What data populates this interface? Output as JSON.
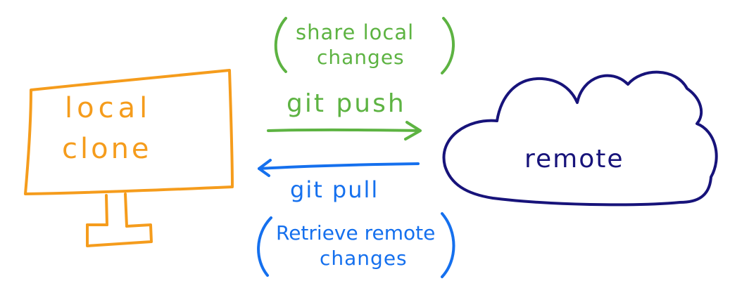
{
  "colors": {
    "local": "#F59C1C",
    "remote": "#17137A",
    "push": "#5DB342",
    "pull": "#1570EE",
    "background": "#FFFFFF"
  },
  "local_clone": {
    "line1": "local",
    "line2": "clone"
  },
  "remote": {
    "label": "remote"
  },
  "push": {
    "command": "git push",
    "description_line1": "share local",
    "description_line2": "changes"
  },
  "pull": {
    "command": "git pull",
    "description_line1": "Retrieve remote",
    "description_line2": "changes"
  }
}
